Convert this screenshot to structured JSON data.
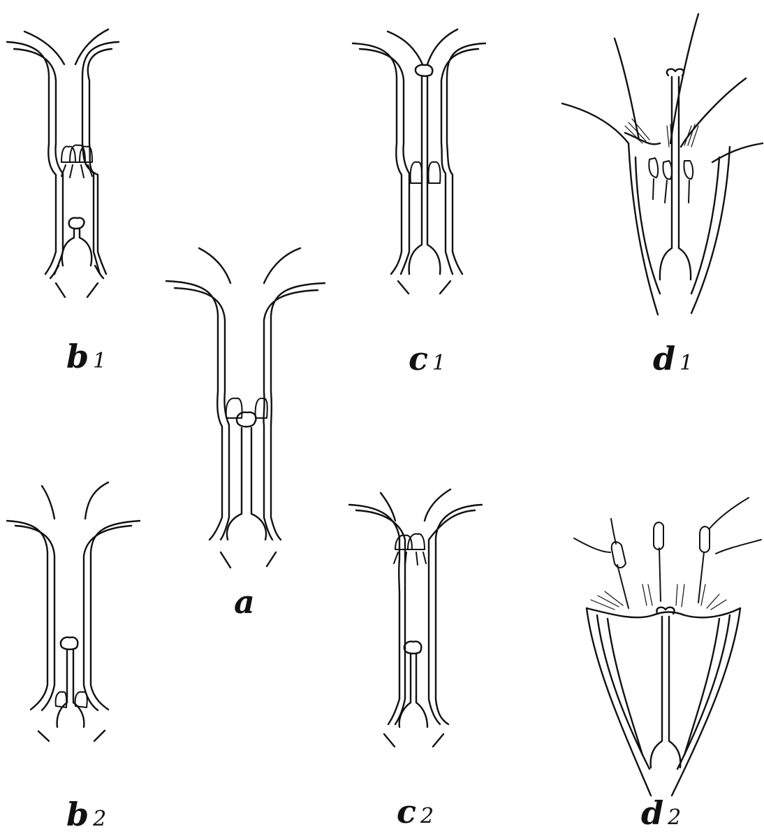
{
  "figures": {
    "b1": {
      "letter": "b",
      "number": "1"
    },
    "c1": {
      "letter": "c",
      "number": "1"
    },
    "d1": {
      "letter": "d",
      "number": "1"
    },
    "a": {
      "letter": "a",
      "number": ""
    },
    "b2": {
      "letter": "b",
      "number": "2"
    },
    "c2": {
      "letter": "c",
      "number": "2"
    },
    "d2": {
      "letter": "d",
      "number": "2"
    }
  },
  "colors": {
    "ink": "#111111",
    "paper": "#ffffff"
  }
}
